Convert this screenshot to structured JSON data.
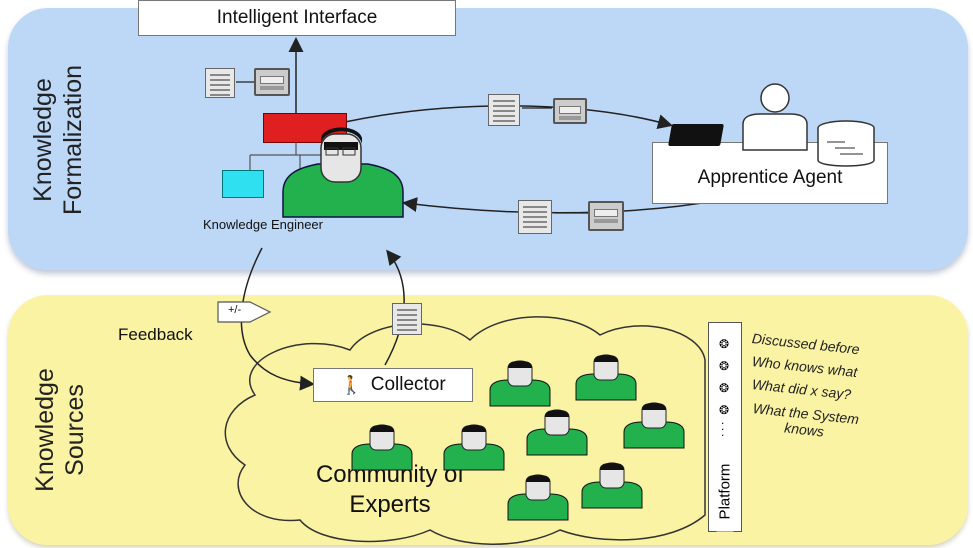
{
  "sections": {
    "formalization_label": "Knowledge\nFormalization",
    "sources_label": "Knowledge\nSources"
  },
  "nodes": {
    "intelligent_interface": "Intelligent Interface",
    "apprentice_agent": "Apprentice Agent",
    "knowledge_engineer": "Knowledge Engineer",
    "collector": "Collector",
    "community": "Community of\nExperts",
    "platform": "Platform"
  },
  "labels": {
    "feedback": "Feedback",
    "feedback_tag": "+/-"
  },
  "platform_notes": [
    "Discussed before",
    "Who knows what",
    "What did x say?",
    "What the System\nknows"
  ],
  "colors": {
    "top_panel": "#bcd8f6",
    "bottom_panel": "#faf3a4",
    "expert_green": "#22b14c",
    "red_module": "#e02020",
    "cyan_module": "#2ee0f0"
  }
}
